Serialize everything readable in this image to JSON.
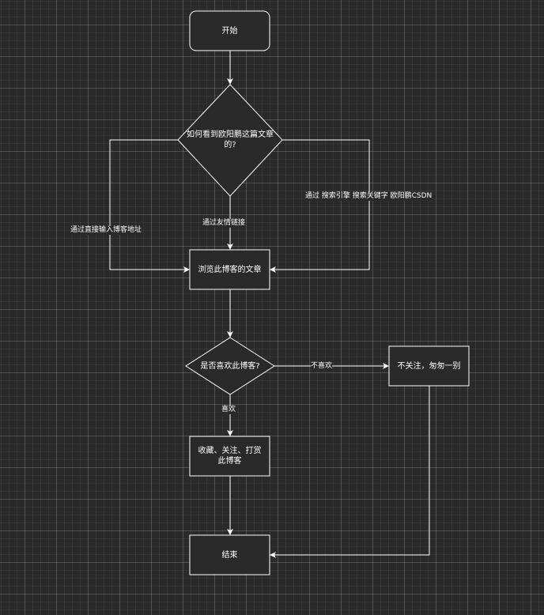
{
  "nodes": {
    "start": "开始",
    "question_how": "如何看到欧阳鹏这篇文章的?",
    "browse": "浏览此博客的文章",
    "question_like": "是否喜欢此博客?",
    "save_follow": "收藏、关注、打赏此博客",
    "not_follow": "不关注，匆匆一别",
    "end": "结束"
  },
  "edges": {
    "direct_input": "通过直接输入博客地址",
    "friend_link": "通过友情链接",
    "search_engine": "通过 搜索引擎 搜索关键字 欧阳鹏CSDN",
    "like": "喜欢",
    "dislike": "不喜欢"
  },
  "colors": {
    "background": "#2a2a2a",
    "stroke": "#ffffff",
    "text": "#ffffff"
  }
}
